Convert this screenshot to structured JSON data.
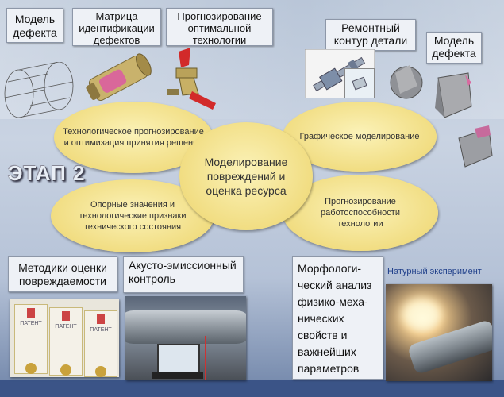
{
  "top_boxes": {
    "defect_model": "Модель дефекта",
    "defect_matrix": "Матрица идентификации дефектов",
    "optimal_tech": "Прогнозирование оптимальной технологии",
    "repair_contour": "Ремонтный контур детали",
    "defect_model_2": "Модель дефекта"
  },
  "ellipses": {
    "center": "Моделирование повреждений и оценка ресурса",
    "top_left": "Технологическое прогнозирование и оптимизация принятия решений",
    "top_right": "Графическое моделирование",
    "bottom_left": "Опорные значения и технологические признаки технического состояния",
    "bottom_right": "Прогнозирование работоспособности технологии"
  },
  "stage_label": "ЭТАП 2",
  "bottom_boxes": {
    "methods": "Методики оценки повреждаемости",
    "acoustic": "Акусто-эмиссионный контроль",
    "morphology": "Морфологи-ческий анализ физико-меха-нических свойств и важнейших параметров"
  },
  "experiment_label": "Натурный эксперимент",
  "patent_word": "ПАТЕНТ",
  "colors": {
    "ellipse": "#f1dd82",
    "box_bg": "#eef1f6",
    "accent_text": "#1f3f8a"
  }
}
